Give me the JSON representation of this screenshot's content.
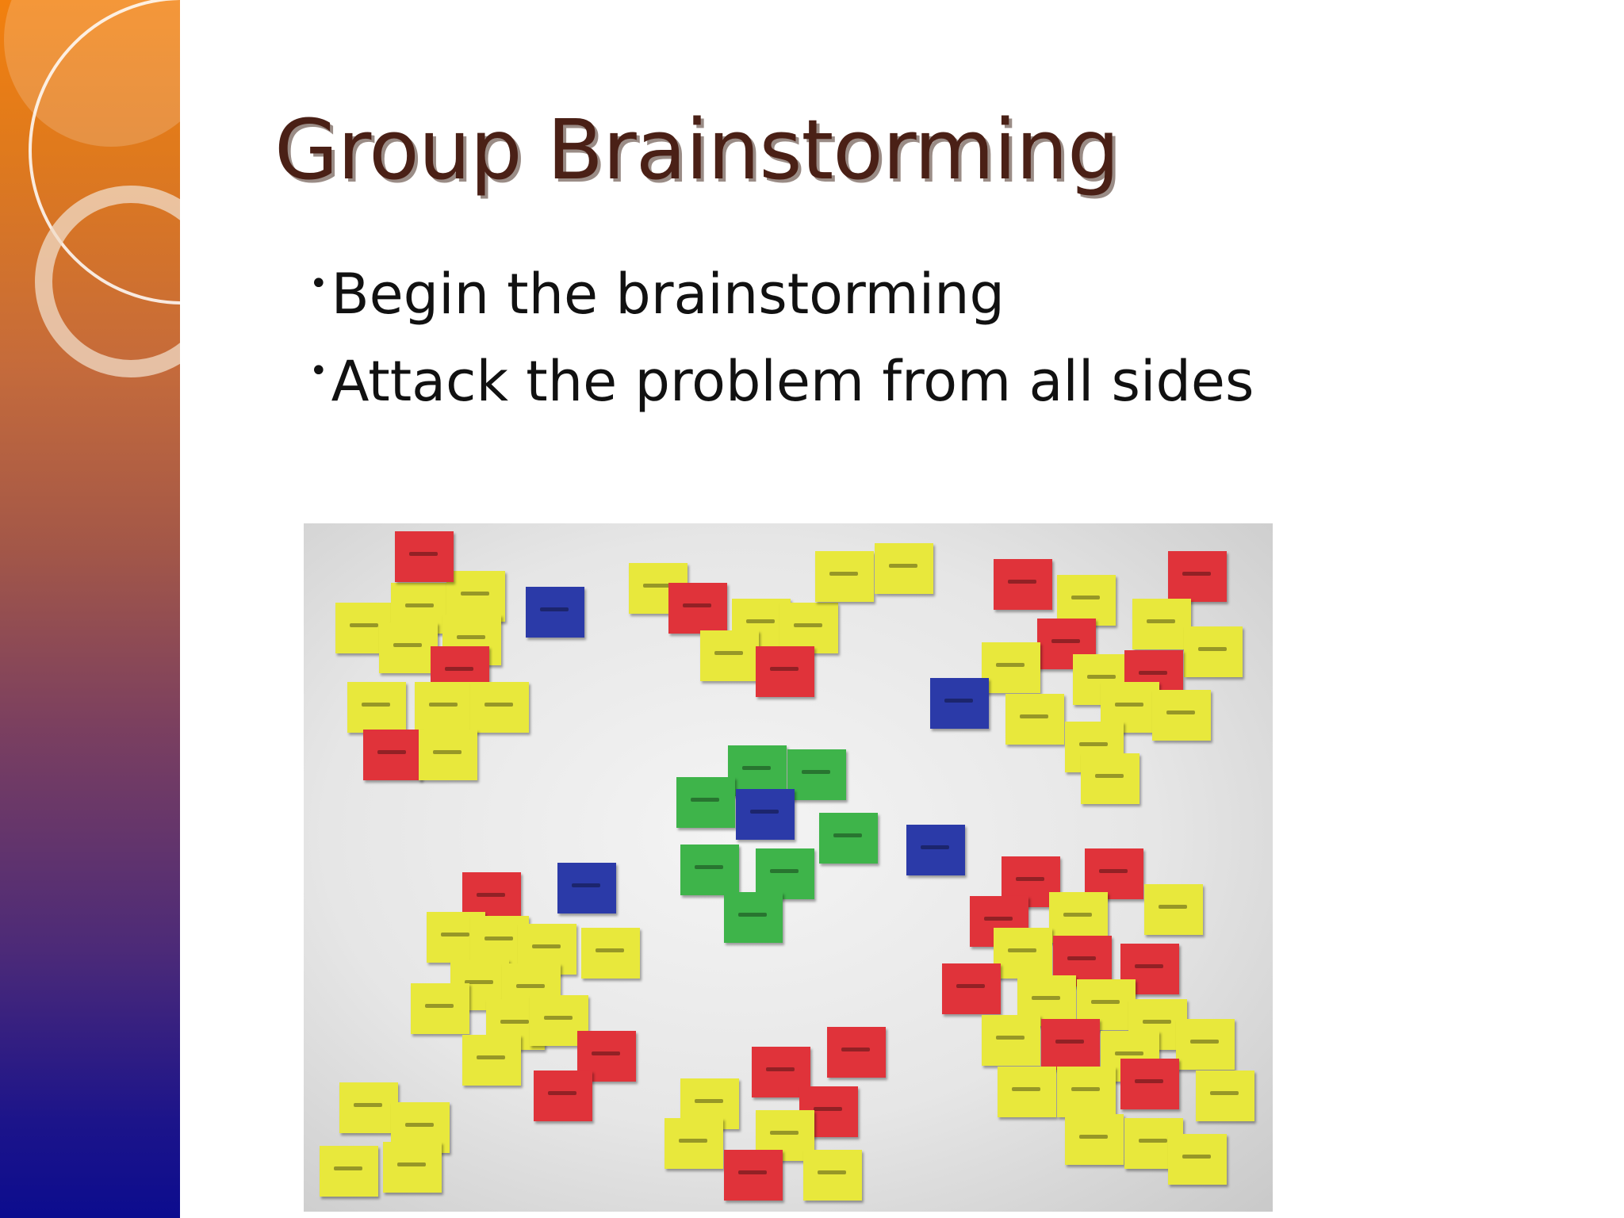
{
  "slide": {
    "title": "Group Brainstorming",
    "bullet_char": "•",
    "bullets": [
      "Begin the brainstorming",
      "Attack the problem from all sides"
    ]
  },
  "photo": {
    "description_icon": "sticky-notes-board-image",
    "colors": {
      "yellow": "#e8e83c",
      "red": "#e0333a",
      "blue": "#2b3aa8",
      "green": "#3eb44a"
    }
  },
  "theme": {
    "title_color": "#4a2016",
    "sidebar_top": "#f2800e",
    "sidebar_bottom": "#0c0c8e"
  }
}
